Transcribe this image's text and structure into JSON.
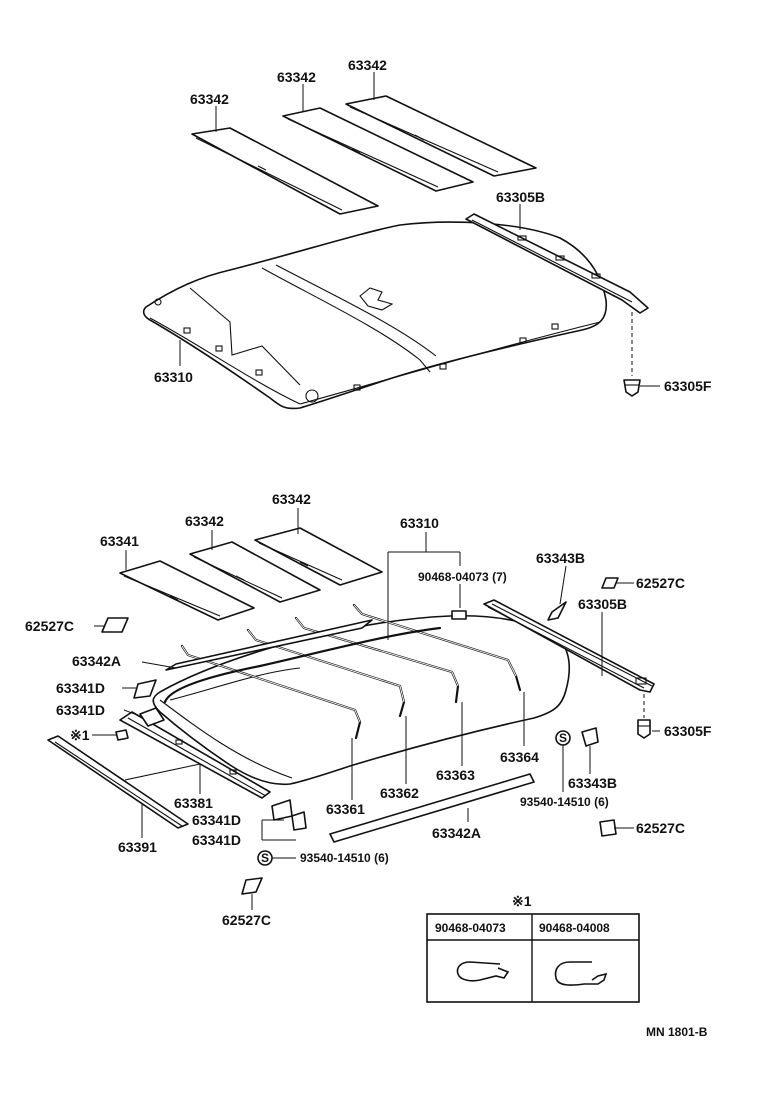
{
  "diagram": {
    "labels": {
      "top_pad_left": "63342",
      "top_pad_mid": "63342",
      "top_pad_right": "63342",
      "top_rail": "63305B",
      "top_headliner": "63310",
      "top_clip": "63305F",
      "b_pad_left": "63341",
      "b_pad_mid": "63342",
      "b_pad_right": "63342",
      "b_headliner": "63310",
      "b_clip_note": "90468-04073 (7)",
      "b_clip_b_upper": "63343B",
      "b_fastener_upper_right": "62527C",
      "b_rail": "63305B",
      "b_fastener_left": "62527C",
      "b_strip_a_upper": "63342A",
      "b_patch_d1": "63341D",
      "b_patch_d2": "63341D",
      "b_ref_mark": "※1",
      "b_clip_f": "63305F",
      "b_wire_364": "63364",
      "b_wire_363": "63363",
      "b_wire_362": "63362",
      "b_wire_361": "63361",
      "b_clip_b_lower": "63343B",
      "b_screw_right": "93540-14510 (6)",
      "b_trim_381": "63381",
      "b_trim_391": "63391",
      "b_patch_d3": "63341D",
      "b_patch_d4": "63341D",
      "b_screw_left": "93540-14510 (6)",
      "b_strip_a_lower": "63342A",
      "b_fastener_lower_right": "62527C",
      "b_fastener_bottom": "62527C",
      "screw_symbol": "S"
    },
    "legend": {
      "title": "※1",
      "col1": "90468-04073",
      "col2": "90468-04008"
    },
    "footer": "MN  1801-B"
  }
}
